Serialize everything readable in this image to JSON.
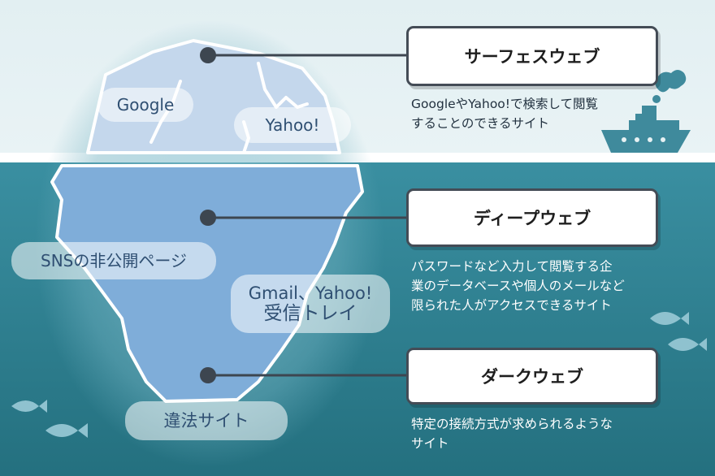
{
  "layers": [
    {
      "title": "サーフェスウェブ",
      "description": "GoogleやYahoo!で検索して閲覧\nすることのできるサイト"
    },
    {
      "title": "ディープウェブ",
      "description": "パスワードなど入力して閲覧する企\n業のデータベースや個人のメールなど\n限られた人がアクセスできるサイト"
    },
    {
      "title": "ダークウェブ",
      "description": "特定の接続方式が求められるような\nサイト"
    }
  ],
  "examples": {
    "google": "Google",
    "yahoo": "Yahoo!",
    "sns": "SNSの非公開ページ",
    "gmail_line1": "Gmail、Yahoo!",
    "gmail_line2": "受信トレイ",
    "illegal": "違法サイト"
  },
  "colors": {
    "sky": "#e6f1f3",
    "sea": "#2e8295",
    "sea_deep": "#256f80",
    "iceberg_top": "#c3d6ec",
    "iceberg_bottom": "#7faedc",
    "glow": "#6fb0c0",
    "marker": "#3d4650",
    "ship": "#3f8a9c",
    "fish": "#8fc2cf"
  },
  "icons": [
    "ship-icon",
    "fish-icon"
  ]
}
